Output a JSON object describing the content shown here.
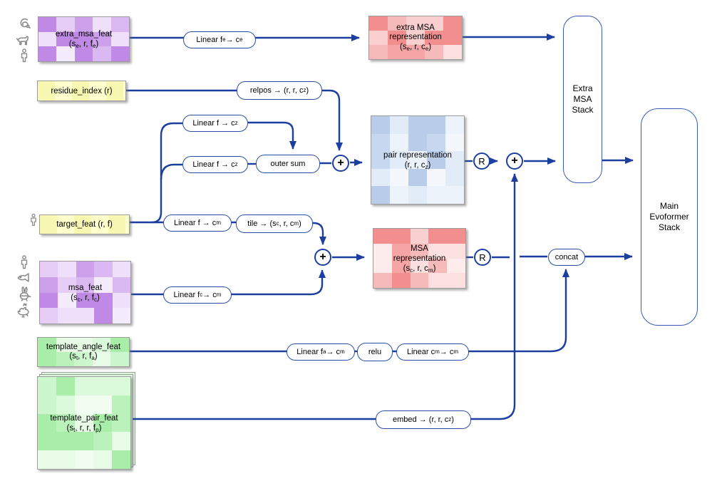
{
  "colors": {
    "line": "#1c3f9f",
    "pill_border": "#2d4fa5",
    "stack_border": "#3a5ab5",
    "yellow": "#ffffcb",
    "palettes": {
      "purple": [
        "#c089e6",
        "#cda0ec",
        "#dab8f1",
        "#e6cdf6",
        "#efdffa",
        "#f4ebfc"
      ],
      "red": [
        "#f28e8e",
        "#f5a5a5",
        "#f7baba",
        "#facfcf",
        "#fcdfdf",
        "#fdecec"
      ],
      "blue": [
        "#b9cdeb",
        "#c7d7f0",
        "#d5e2f4",
        "#e2ebf8",
        "#edf3fb",
        "#f4f8fd"
      ],
      "green": [
        "#a8eda8",
        "#bbf2bb",
        "#ccf6cc",
        "#dbf9db",
        "#e7fbe7",
        "#f0fdf0"
      ]
    }
  },
  "features": {
    "extra_msa_feat": {
      "title": "extra_msa_feat",
      "shape": "(s_e, r, f_e)"
    },
    "residue_index": {
      "title": "residue_index (r)"
    },
    "target_feat": {
      "title": "target_feat (r, f)"
    },
    "msa_feat": {
      "title": "msa_feat",
      "shape": "(s_c, r, f_c)"
    },
    "template_angle_feat": {
      "title": "template_angle_feat",
      "shape": "(s_t, r, f_a)"
    },
    "template_pair_feat": {
      "title": "template_pair_feat",
      "shape": "(s_t, r, r, f_p)"
    }
  },
  "representations": {
    "extra_msa": {
      "title": "extra MSA representation",
      "shape": "(s_e, r, c_e)"
    },
    "pair": {
      "title": "pair representation",
      "shape": "(r, r, c_z)"
    },
    "msa": {
      "title": "MSA representation",
      "shape": "(s_c, r, c_m)"
    }
  },
  "stacks": {
    "extra_msa_stack": "Extra MSA Stack",
    "main_evoformer_stack": "Main Evoformer Stack"
  },
  "pills": {
    "linear_fe_ce": "Linear f_e → c_e",
    "relpos": "relpos → (r, r, c_z)",
    "linear_f_cz": "Linear f → c_z",
    "outer_sum": "outer sum",
    "linear_f_cm": "Linear f → c_m",
    "tile": "tile → (s_c, r, c_m)",
    "linear_fc_cm": "Linear f_c → c_m",
    "linear_fa_cm": "Linear f_a → c_m",
    "relu": "relu",
    "linear_cm_cm": "Linear c_m → c_m",
    "embed": "embed → (r, r, c_z)",
    "concat": "concat"
  },
  "operators": {
    "add": "+",
    "recycle": "R"
  },
  "icons": {
    "extra_msa_sources": [
      "snake-icon",
      "dog-icon",
      "person-icon"
    ],
    "target_source": "person-icon",
    "msa_sources": [
      "person-icon",
      "fish-icon",
      "rabbit-icon",
      "rooster-icon"
    ]
  }
}
